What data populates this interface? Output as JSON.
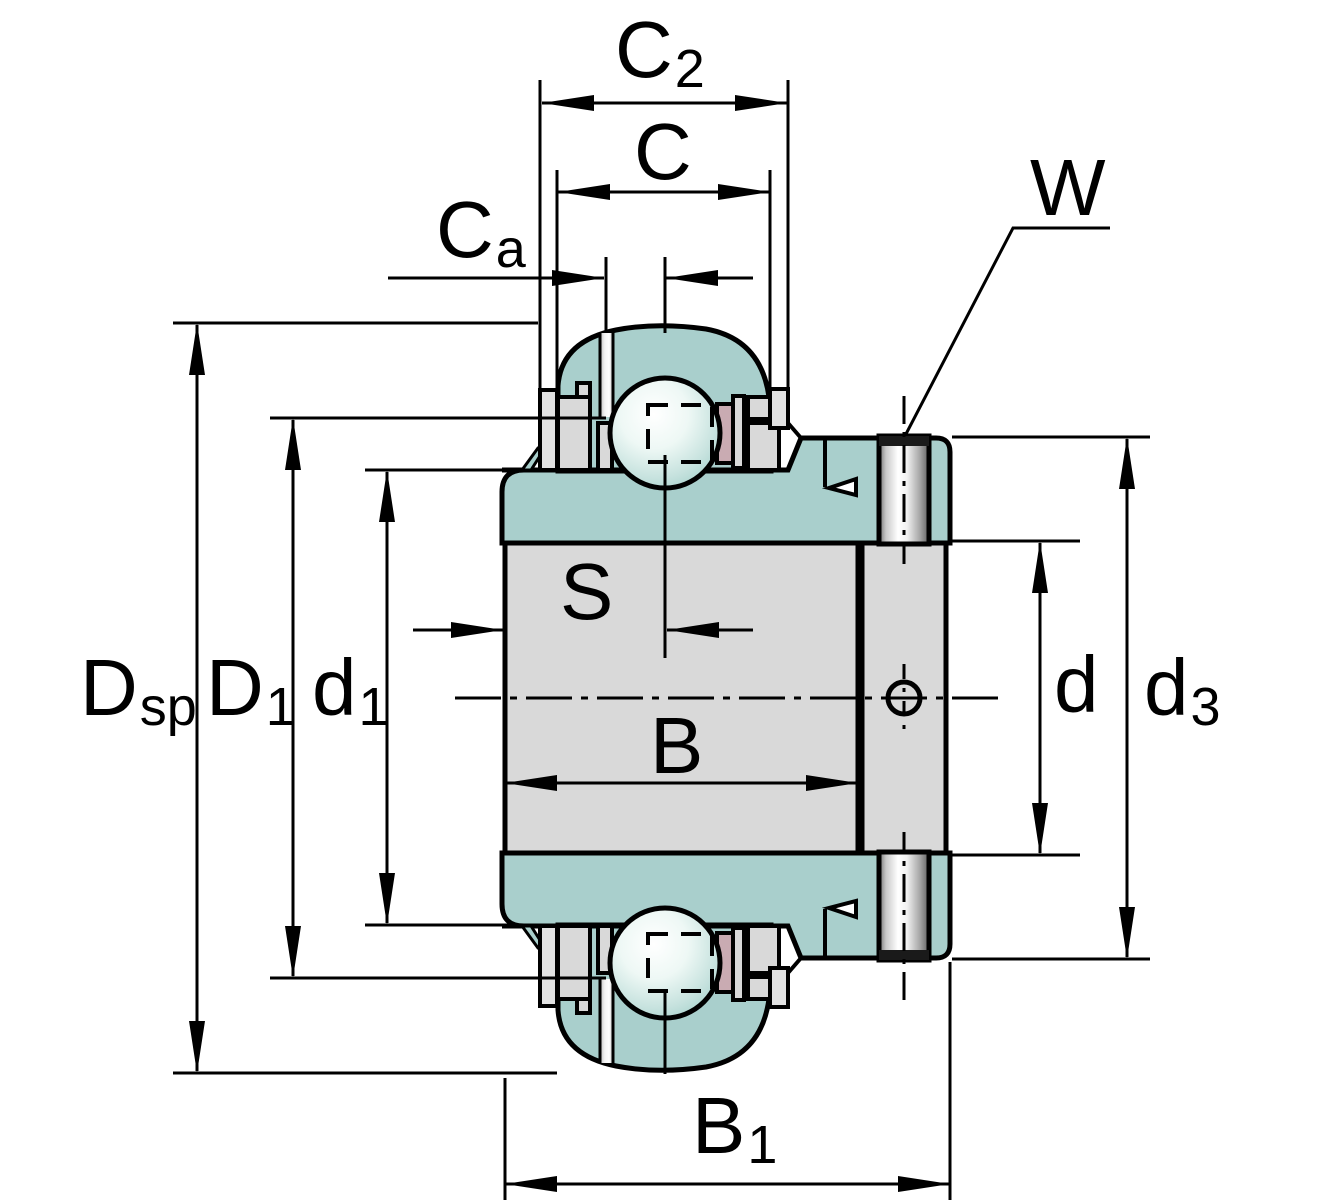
{
  "figure": {
    "type": "technical-drawing",
    "subject": "radial insert ball bearing with eccentric locking collar and set screw, cross-section with dimension callouts",
    "background_color": "#ffffff",
    "colors": {
      "ring_teal": "#a9cfcc",
      "steel_gray": "#d9d9d9",
      "flinger_gray": "#e2e2e2",
      "seal_pink": "#c9abb2",
      "outline_black": "#000000"
    },
    "labels": {
      "c2": {
        "base": "C",
        "sub": "2"
      },
      "c": {
        "base": "C",
        "sub": ""
      },
      "ca": {
        "base": "C",
        "sub": "a"
      },
      "w": {
        "base": "W",
        "sub": ""
      },
      "dsp": {
        "base": "D",
        "sub": "sp"
      },
      "d1o": {
        "base": "D",
        "sub": "1"
      },
      "d1i": {
        "base": "d",
        "sub": "1"
      },
      "s": {
        "base": "S",
        "sub": ""
      },
      "b": {
        "base": "B",
        "sub": ""
      },
      "b1": {
        "base": "B",
        "sub": "1"
      },
      "d": {
        "base": "d",
        "sub": ""
      },
      "d3": {
        "base": "d",
        "sub": "3"
      }
    }
  }
}
